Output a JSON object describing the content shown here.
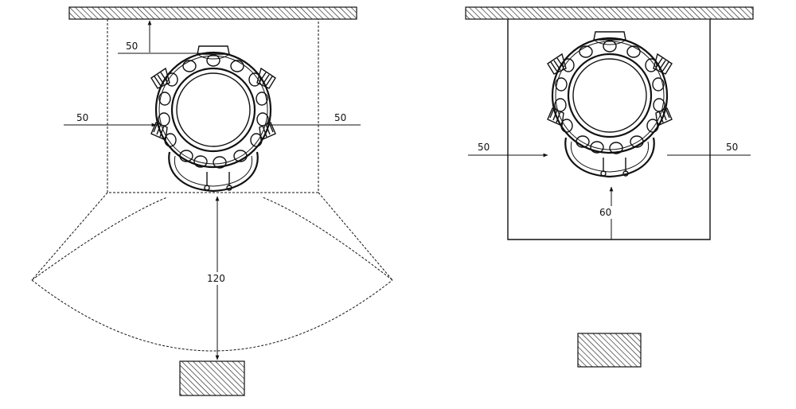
{
  "left_diagram": {
    "top_clearance": "50",
    "left_clearance": "50",
    "right_clearance": "50",
    "door_swing_clearance": "120"
  },
  "right_diagram": {
    "left_clearance": "50",
    "right_clearance": "50",
    "front_clearance": "60"
  },
  "colors": {
    "line": "#111111",
    "background": "#ffffff"
  }
}
